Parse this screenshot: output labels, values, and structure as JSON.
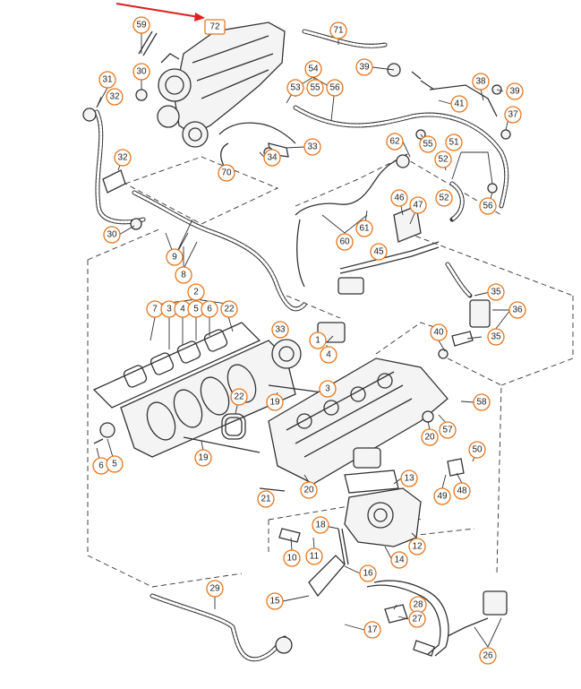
{
  "diagram": {
    "marker_label": "72",
    "colors": {
      "callout_border": "#e8761e",
      "arrow": "#e02020",
      "line": "#333333"
    },
    "callouts": [
      {
        "id": "c59",
        "label": "59"
      },
      {
        "id": "c71",
        "label": "71"
      },
      {
        "id": "c30a",
        "label": "30"
      },
      {
        "id": "c54",
        "label": "54"
      },
      {
        "id": "c39a",
        "label": "39"
      },
      {
        "id": "c31",
        "label": "31"
      },
      {
        "id": "c32a",
        "label": "32"
      },
      {
        "id": "c53",
        "label": "53"
      },
      {
        "id": "c55a",
        "label": "55"
      },
      {
        "id": "c56a",
        "label": "56"
      },
      {
        "id": "c38",
        "label": "38"
      },
      {
        "id": "c39b",
        "label": "39"
      },
      {
        "id": "c41",
        "label": "41"
      },
      {
        "id": "c37",
        "label": "37"
      },
      {
        "id": "c33a",
        "label": "33"
      },
      {
        "id": "c34",
        "label": "34"
      },
      {
        "id": "c70",
        "label": "70"
      },
      {
        "id": "c62",
        "label": "62"
      },
      {
        "id": "c55b",
        "label": "55"
      },
      {
        "id": "c51",
        "label": "51"
      },
      {
        "id": "c32b",
        "label": "32"
      },
      {
        "id": "c52a",
        "label": "52"
      },
      {
        "id": "c46",
        "label": "46"
      },
      {
        "id": "c47",
        "label": "47"
      },
      {
        "id": "c52b",
        "label": "52"
      },
      {
        "id": "c56b",
        "label": "56"
      },
      {
        "id": "c30b",
        "label": "30"
      },
      {
        "id": "c61",
        "label": "61"
      },
      {
        "id": "c60",
        "label": "60"
      },
      {
        "id": "c45",
        "label": "45"
      },
      {
        "id": "c9",
        "label": "9"
      },
      {
        "id": "c8",
        "label": "8"
      },
      {
        "id": "c35a",
        "label": "35"
      },
      {
        "id": "c36",
        "label": "36"
      },
      {
        "id": "c2",
        "label": "2"
      },
      {
        "id": "c7",
        "label": "7"
      },
      {
        "id": "c3a",
        "label": "3"
      },
      {
        "id": "c4a",
        "label": "4"
      },
      {
        "id": "c5a",
        "label": "5"
      },
      {
        "id": "c6a",
        "label": "6"
      },
      {
        "id": "c22a",
        "label": "22"
      },
      {
        "id": "c33b",
        "label": "33"
      },
      {
        "id": "c1",
        "label": "1"
      },
      {
        "id": "c4b",
        "label": "4"
      },
      {
        "id": "c40",
        "label": "40"
      },
      {
        "id": "c35b",
        "label": "35"
      },
      {
        "id": "c3b",
        "label": "3"
      },
      {
        "id": "c19a",
        "label": "19"
      },
      {
        "id": "c22b",
        "label": "22"
      },
      {
        "id": "c58",
        "label": "58"
      },
      {
        "id": "c57",
        "label": "57"
      },
      {
        "id": "c20a",
        "label": "20"
      },
      {
        "id": "c6b",
        "label": "6"
      },
      {
        "id": "c5b",
        "label": "5"
      },
      {
        "id": "c19b",
        "label": "19"
      },
      {
        "id": "c50",
        "label": "50"
      },
      {
        "id": "c13",
        "label": "13"
      },
      {
        "id": "c49",
        "label": "49"
      },
      {
        "id": "c48",
        "label": "48"
      },
      {
        "id": "c20b",
        "label": "20"
      },
      {
        "id": "c21",
        "label": "21"
      },
      {
        "id": "c18",
        "label": "18"
      },
      {
        "id": "c10",
        "label": "10"
      },
      {
        "id": "c11",
        "label": "11"
      },
      {
        "id": "c12",
        "label": "12"
      },
      {
        "id": "c14",
        "label": "14"
      },
      {
        "id": "c16",
        "label": "16"
      },
      {
        "id": "c29",
        "label": "29"
      },
      {
        "id": "c15",
        "label": "15"
      },
      {
        "id": "c28",
        "label": "28"
      },
      {
        "id": "c27",
        "label": "27"
      },
      {
        "id": "c17",
        "label": "17"
      },
      {
        "id": "c26",
        "label": "26"
      }
    ]
  }
}
